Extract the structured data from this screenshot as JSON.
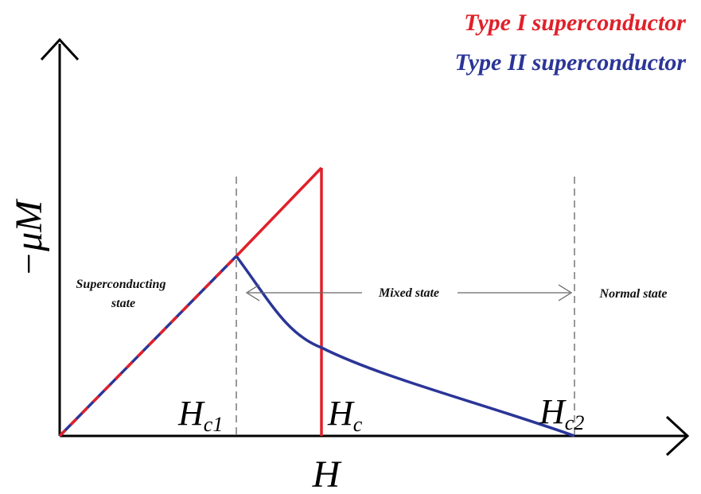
{
  "colors": {
    "type1": "#e0202a",
    "type2": "#2b3597",
    "axis": "#000000"
  },
  "legend": {
    "type1": "Type I superconductor",
    "type2": "Type II superconductor"
  },
  "axes": {
    "ylabel": "−μM",
    "xlabel": "H"
  },
  "critical_fields": {
    "hc1": {
      "main": "H",
      "sub": "c1"
    },
    "hc": {
      "main": "H",
      "sub": "c"
    },
    "hc2": {
      "main": "H",
      "sub": "c2"
    }
  },
  "regions": {
    "superconducting_line1": "Superconducting",
    "superconducting_line2": "state",
    "mixed": "Mixed state",
    "normal": "Normal state"
  }
}
